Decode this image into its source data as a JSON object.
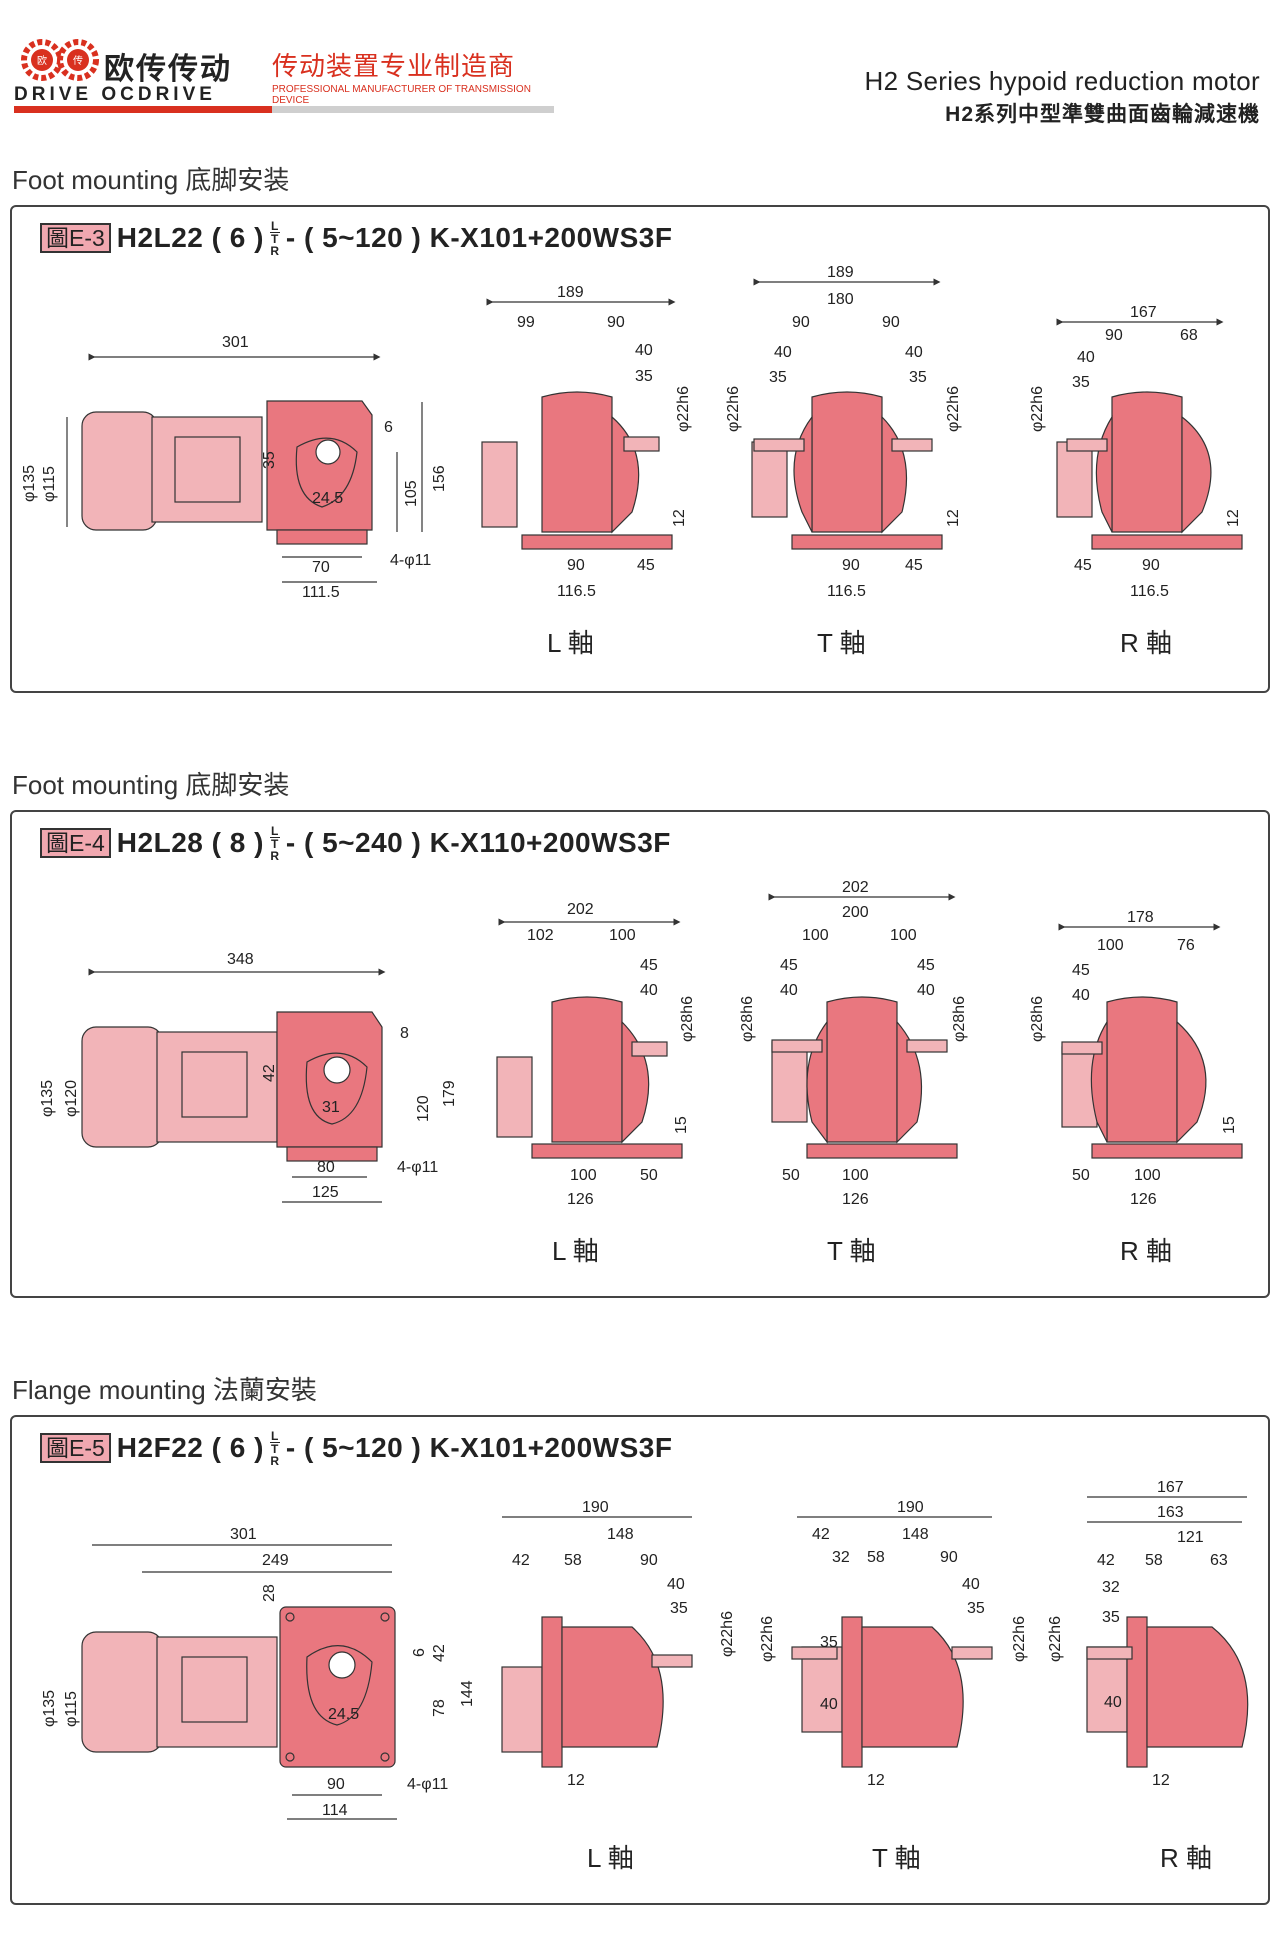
{
  "header": {
    "brand_logo_text": "欧传",
    "brand_name_cn": "欧传传动",
    "brand_name_en": "DRIVE OCDRIVE",
    "slogan_cn": "传动装置专业制造商",
    "slogan_en": "PROFESSIONAL MANUFACTURER OF TRANSMISSION DEVICE",
    "series_title_en": "H2 Series hypoid reduction motor",
    "series_title_cn": "H2系列中型準雙曲面齒輪減速機"
  },
  "colors": {
    "body_fill": "#e9777f",
    "motor_fill": "#f2b4b8",
    "line": "#333333",
    "accent": "#d9301f"
  },
  "sections": [
    {
      "title": "Foot mounting 底脚安装",
      "fig_label": "圖E-3",
      "model_prefix": "H2L22 ( 6 )",
      "model_suffix": "- ( 5~120 ) K-X101+200WS3F",
      "ltr": [
        "L",
        "T",
        "R"
      ],
      "side": {
        "d1": "301",
        "d2": "φ135",
        "d3": "φ115",
        "d4": "6",
        "d5": "35",
        "d6": "24.5",
        "d7": "105",
        "d8": "156",
        "d9": "70",
        "d10": "111.5",
        "d11": "4-φ11"
      },
      "views": [
        {
          "label": "L 軸",
          "dims": [
            "189",
            "99",
            "90",
            "40",
            "35",
            "φ22h6",
            "12",
            "90",
            "45",
            "116.5"
          ]
        },
        {
          "label": "T 軸",
          "dims": [
            "189",
            "180",
            "90",
            "90",
            "40",
            "35",
            "φ22h6",
            "40",
            "35",
            "φ22h6",
            "12",
            "90",
            "45",
            "116.5"
          ]
        },
        {
          "label": "R 軸",
          "dims": [
            "167",
            "90",
            "68",
            "40",
            "35",
            "φ22h6",
            "12",
            "45",
            "90",
            "116.5"
          ]
        }
      ]
    },
    {
      "title": "Foot mounting 底脚安装",
      "fig_label": "圖E-4",
      "model_prefix": "H2L28 ( 8 )",
      "model_suffix": "- ( 5~240 ) K-X110+200WS3F",
      "ltr": [
        "L",
        "T",
        "R"
      ],
      "side": {
        "d1": "348",
        "d2": "φ135",
        "d3": "φ120",
        "d4": "8",
        "d5": "42",
        "d6": "31",
        "d7": "120",
        "d8": "179",
        "d9": "80",
        "d10": "125",
        "d11": "4-φ11"
      },
      "views": [
        {
          "label": "L 軸",
          "dims": [
            "202",
            "102",
            "100",
            "45",
            "40",
            "φ28h6",
            "15",
            "100",
            "50",
            "126"
          ]
        },
        {
          "label": "T 軸",
          "dims": [
            "202",
            "200",
            "100",
            "100",
            "45",
            "40",
            "φ28h6",
            "45",
            "40",
            "φ28h6",
            "50",
            "100",
            "126"
          ]
        },
        {
          "label": "R 軸",
          "dims": [
            "178",
            "100",
            "76",
            "45",
            "40",
            "φ28h6",
            "15",
            "50",
            "100",
            "126"
          ]
        }
      ]
    },
    {
      "title": "Flange mounting 法蘭安裝",
      "fig_label": "圖E-5",
      "model_prefix": "H2F22 ( 6 )",
      "model_suffix": "- ( 5~120 ) K-X101+200WS3F",
      "ltr": [
        "L",
        "T",
        "R"
      ],
      "side": {
        "d1": "301",
        "d2": "249",
        "d3": "φ135",
        "d4": "φ115",
        "d5": "28",
        "d6": "6",
        "d7": "42",
        "d8": "24.5",
        "d9": "78",
        "d10": "144",
        "d11": "90",
        "d12": "114",
        "d13": "4-φ11"
      },
      "views": [
        {
          "label": "L 軸",
          "dims": [
            "190",
            "148",
            "42",
            "58",
            "90",
            "40",
            "35",
            "φ22h6",
            "12"
          ]
        },
        {
          "label": "T 軸",
          "dims": [
            "190",
            "148",
            "42",
            "32",
            "58",
            "90",
            "40",
            "35",
            "35",
            "40",
            "φ22h6",
            "φ22h6",
            "12"
          ]
        },
        {
          "label": "R 軸",
          "dims": [
            "167",
            "163",
            "121",
            "42",
            "58",
            "63",
            "32",
            "35",
            "40",
            "φ22h6",
            "12"
          ]
        }
      ]
    }
  ]
}
